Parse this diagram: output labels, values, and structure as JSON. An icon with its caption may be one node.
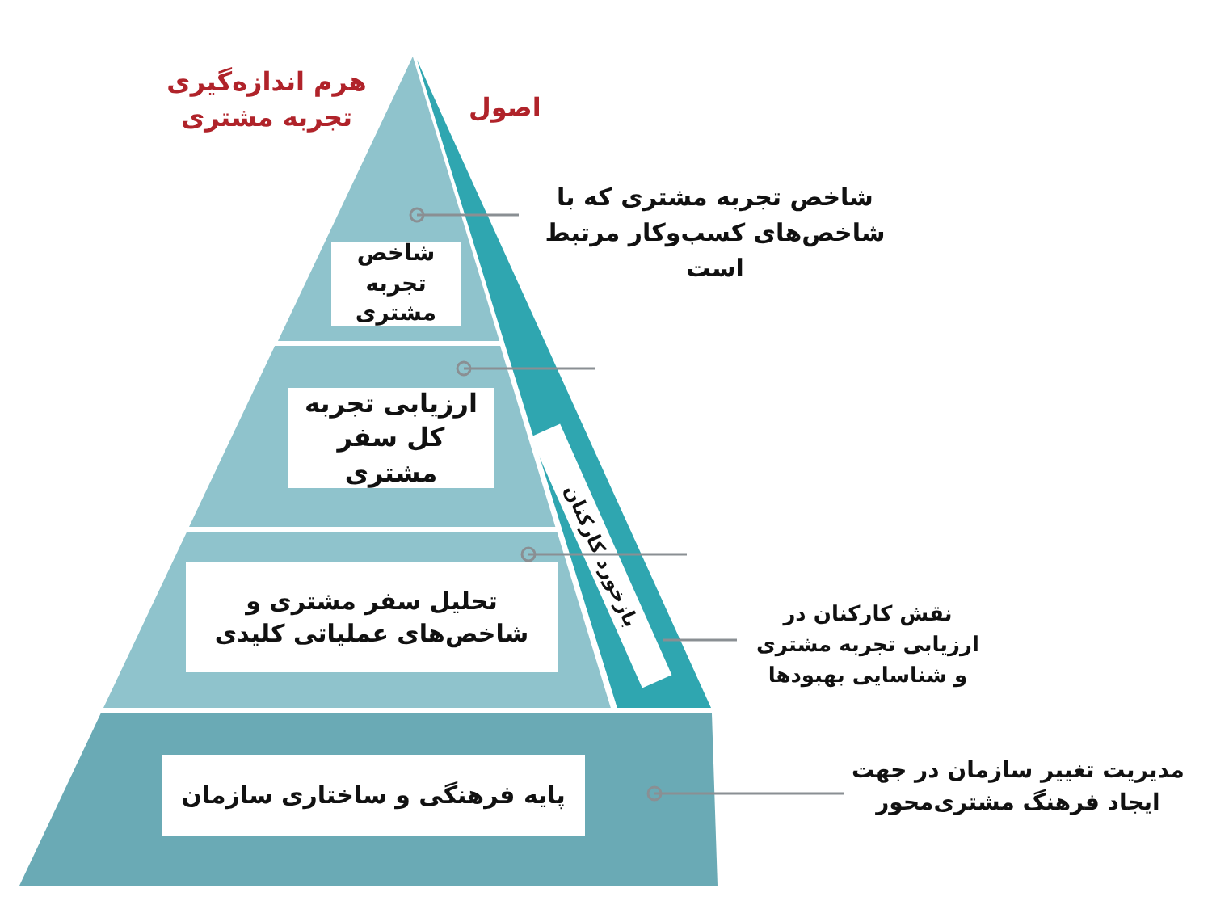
{
  "diagram": {
    "title": "هرم اندازه‌گیری تجربه مشتری",
    "nodes": [
      {
        "text": [
          "شاخص تجربه مشتری"
        ]
      },
      {
        "text": [
          "ارزیابی تجربه کل سفر مشتری"
        ]
      },
      {
        "text": [
          "تحلیل سفر مشتری و شاخص‌های عملیاتی کلیدی"
        ]
      },
      {
        "text": [
          "بازخورد کارکنان"
        ]
      },
      {
        "text": [
          "پایه فرهنگی و ساختاری سازمان"
        ]
      },
      {
        "text": [
          "شاخص تجربه مشتری که با شاخص‌های کسب‌وکار مرتبط است"
        ]
      },
      {
        "text": [
          "نقش کارکنان در ارزیابی تجربه مشتری و شناسایی بهبودها"
        ]
      },
      {
        "text": [
          "مدیریت تغییر سازمان در جهت ایجاد فرهنگ مشتری‌محور"
        ]
      }
    ],
    "edges": [
      {
        "from": 0,
        "to": 5,
        "arrow": "other"
      },
      {
        "from": 1,
        "to": null,
        "arrow": "other"
      },
      {
        "from": 2,
        "to": null,
        "arrow": "other"
      },
      {
        "from": 3,
        "to": 6,
        "arrow": "none"
      },
      {
        "from": 4,
        "to": 7,
        "arrow": "other"
      }
    ],
    "labels": [
      "اصول"
    ]
  }
}
